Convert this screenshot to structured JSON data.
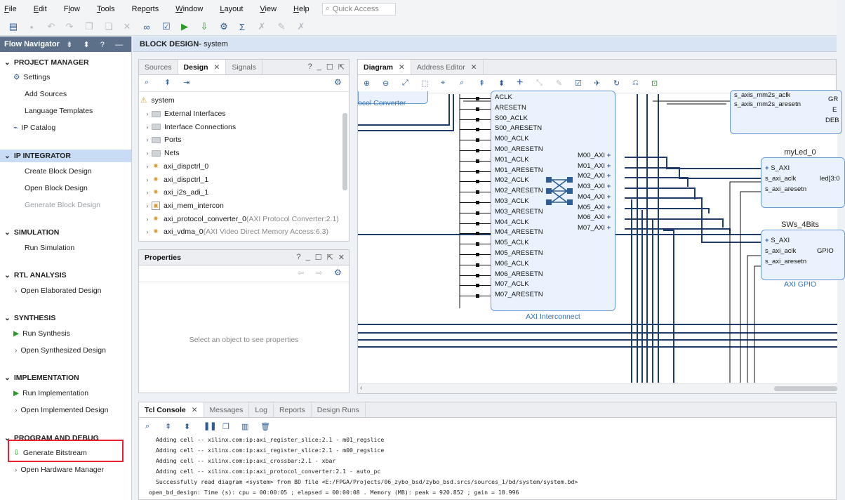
{
  "menubar": {
    "items": [
      "File",
      "Edit",
      "Flow",
      "Tools",
      "Reports",
      "Window",
      "Layout",
      "View",
      "Help"
    ],
    "mnemonics": [
      "F",
      "E",
      "l",
      "T",
      "o",
      "W",
      "L",
      "V",
      "H"
    ],
    "quick_access": "Quick Access"
  },
  "flow_navigator": {
    "title": "Flow Navigator",
    "project_manager": {
      "title": "PROJECT MANAGER",
      "items": [
        "Settings",
        "Add Sources",
        "Language Templates",
        "IP Catalog"
      ]
    },
    "ip_integrator": {
      "title": "IP INTEGRATOR",
      "items": [
        "Create Block Design",
        "Open Block Design",
        "Generate Block Design"
      ]
    },
    "simulation": {
      "title": "SIMULATION",
      "items": [
        "Run Simulation"
      ]
    },
    "rtl": {
      "title": "RTL ANALYSIS",
      "items": [
        "Open Elaborated Design"
      ]
    },
    "synthesis": {
      "title": "SYNTHESIS",
      "items": [
        "Run Synthesis",
        "Open Synthesized Design"
      ]
    },
    "implementation": {
      "title": "IMPLEMENTATION",
      "items": [
        "Run Implementation",
        "Open Implemented Design"
      ]
    },
    "program": {
      "title": "PROGRAM AND DEBUG",
      "items": [
        "Generate Bitstream",
        "Open Hardware Manager"
      ]
    }
  },
  "bd_header": {
    "title": "BLOCK DESIGN",
    "name": " - system"
  },
  "sources_panel": {
    "tabs": [
      "Sources",
      "Design",
      "Signals"
    ],
    "root": "system",
    "tree": [
      {
        "label": "External Interfaces",
        "sub": "",
        "kind": "folder"
      },
      {
        "label": "Interface Connections",
        "sub": "",
        "kind": "folder"
      },
      {
        "label": "Ports",
        "sub": "",
        "kind": "folder"
      },
      {
        "label": "Nets",
        "sub": "",
        "kind": "folder"
      },
      {
        "label": "axi_dispctrl_0",
        "sub": "",
        "kind": "ip"
      },
      {
        "label": "axi_dispctrl_1",
        "sub": "",
        "kind": "ip"
      },
      {
        "label": "axi_i2s_adi_1",
        "sub": "",
        "kind": "ip"
      },
      {
        "label": "axi_mem_intercon",
        "sub": "",
        "kind": "box"
      },
      {
        "label": "axi_protocol_converter_0",
        "sub": " (AXI Protocol Converter:2.1)",
        "kind": "ip"
      },
      {
        "label": "axi_vdma_0",
        "sub": " (AXI Video Direct Memory Access:6.3)",
        "kind": "ip"
      }
    ]
  },
  "properties_panel": {
    "title": "Properties",
    "empty_text": "Select an object to see properties"
  },
  "diagram": {
    "tabs": [
      "Diagram",
      "Address Editor"
    ],
    "interconnect": {
      "label": "AXI Interconnect",
      "left_ports": [
        "ACLK",
        "ARESETN",
        "S00_ACLK",
        "S00_ARESETN",
        "M00_ACLK",
        "M00_ARESETN",
        "M01_ACLK",
        "M01_ARESETN",
        "M02_ACLK",
        "M02_ARESETN",
        "M03_ACLK",
        "M03_ARESETN",
        "M04_ACLK",
        "M04_ARESETN",
        "M05_ACLK",
        "M05_ARESETN",
        "M06_ACLK",
        "M06_ARESETN",
        "M07_ACLK",
        "M07_ARESETN"
      ],
      "right_ports": [
        "M00_AXI",
        "M01_AXI",
        "M02_AXI",
        "M03_AXI",
        "M04_AXI",
        "M05_AXI",
        "M06_AXI",
        "M07_AXI"
      ]
    },
    "protocol_label": "ocol Converter",
    "top_block": {
      "ports": [
        "s_axis_mm2s_aclk",
        "s_axis_mm2s_aresetn"
      ],
      "right": [
        "GR",
        "E",
        "DEB"
      ]
    },
    "myled": {
      "title": "myLed_0",
      "ports": [
        "S_AXI",
        "s_axi_aclk",
        "s_axi_aresetn"
      ],
      "out": "led[3:0"
    },
    "sws": {
      "title": "SWs_4Bits",
      "ports": [
        "S_AXI",
        "s_axi_aclk",
        "s_axi_aresetn"
      ],
      "out": "GPIO",
      "caption": "AXI GPIO"
    }
  },
  "console": {
    "tabs": [
      "Tcl Console",
      "Messages",
      "Log",
      "Reports",
      "Design Runs"
    ],
    "lines": [
      "Adding cell -- xilinx.com:ip:axi_register_slice:2.1 - m01_regslice",
      "Adding cell -- xilinx.com:ip:axi_register_slice:2.1 - m00_regslice",
      "Adding cell -- xilinx.com:ip:axi_crossbar:2.1 - xbar",
      "Adding cell -- xilinx.com:ip:axi_protocol_converter:2.1 - auto_pc",
      "Successfully read diagram <system> from BD file <E:/FPGA/Projects/06_zybo_bsd/zybo_bsd.srcs/sources_1/bd/system/system.bd>",
      "open_bd_design: Time (s): cpu = 00:00:05 ; elapsed = 00:00:08 . Memory (MB): peak = 920.852 ; gain = 18.996"
    ]
  },
  "colors": {
    "nav_header": "#5d7089",
    "selected_section": "#c9dcf5",
    "bd_header": "#d8e4f3",
    "block_fill": "#eaf3fd",
    "block_border": "#6b9bd2",
    "wire": "#1f3a6b",
    "highlight": "#e8202a"
  }
}
